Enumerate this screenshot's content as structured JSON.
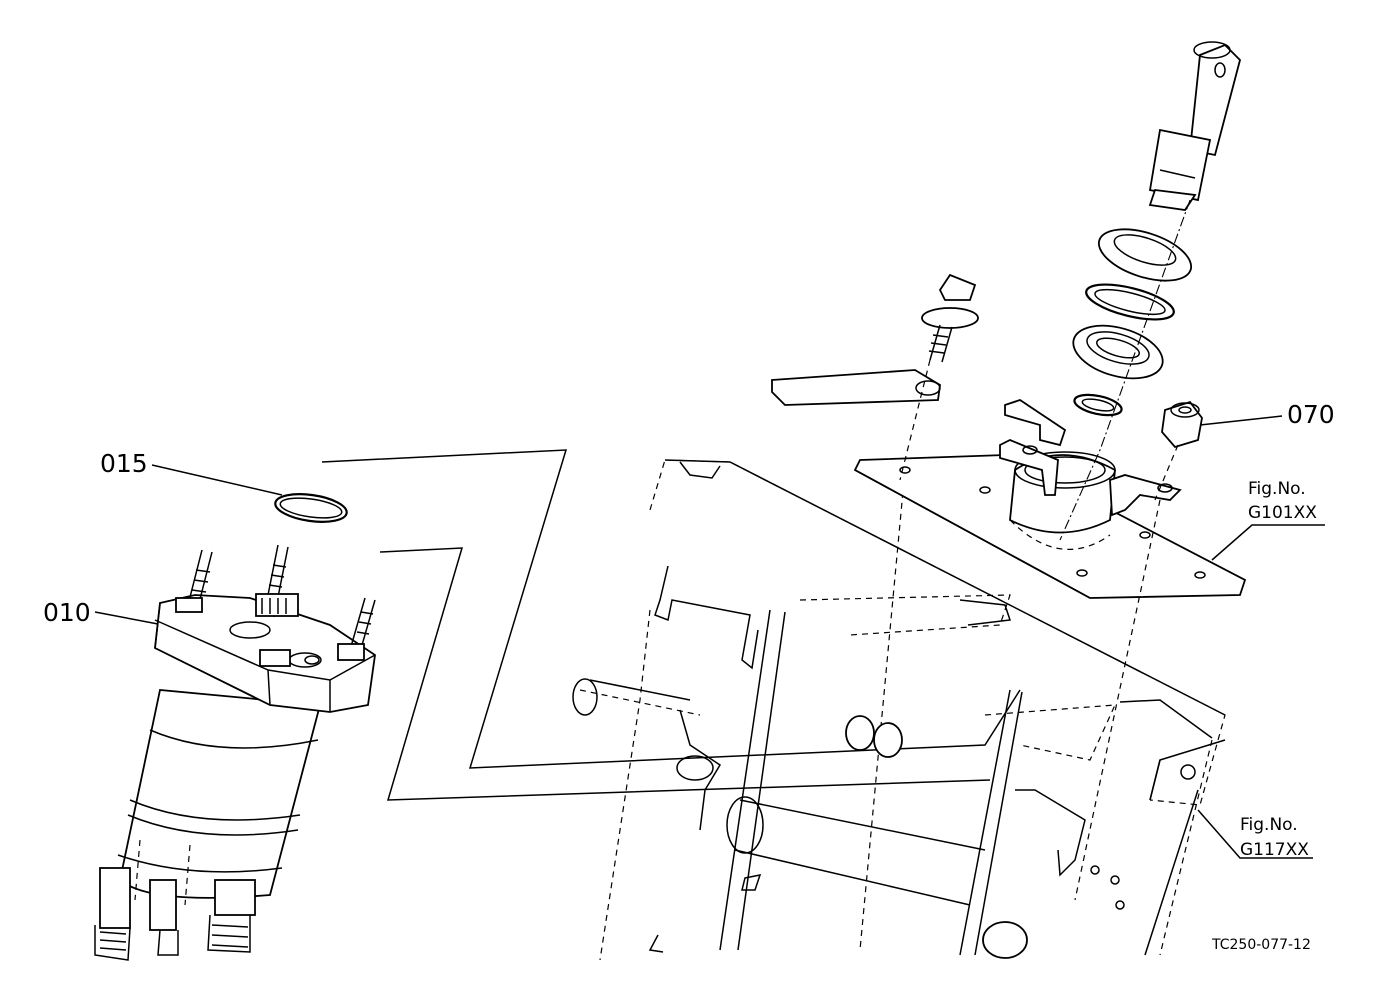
{
  "callouts": [
    {
      "id": "010",
      "text": "010"
    },
    {
      "id": "015",
      "text": "015"
    },
    {
      "id": "070",
      "text": "070"
    }
  ],
  "figure_refs": [
    {
      "id": "g101",
      "prefix": "Fig.No.",
      "code": "G101XX"
    },
    {
      "id": "g117",
      "prefix": "Fig.No.",
      "code": "G117XX"
    }
  ],
  "drawing_code": "TC250-077-12"
}
